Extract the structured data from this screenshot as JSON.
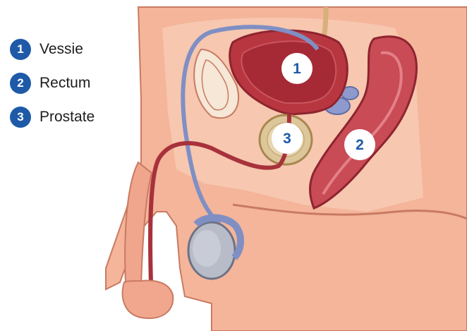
{
  "legend": [
    {
      "number": "1",
      "label": "Vessie"
    },
    {
      "number": "2",
      "label": "Rectum"
    },
    {
      "number": "3",
      "label": "Prostate"
    }
  ],
  "markers": [
    {
      "number": "1",
      "organ": "bladder"
    },
    {
      "number": "2",
      "organ": "rectum"
    },
    {
      "number": "3",
      "organ": "prostate"
    }
  ],
  "colors": {
    "skin": "#f4b59a",
    "skin_shadow": "#e89a80",
    "outline": "#c97a62",
    "bladder": "#b8363f",
    "bladder_dark": "#8e2430",
    "rectum": "#c84b55",
    "prostate": "#dcc69a",
    "vas_deferens": "#7f8fc4",
    "urethra": "#a8323b",
    "testis": "#b8bcc8",
    "accent_blue": "#1e5aa8"
  }
}
